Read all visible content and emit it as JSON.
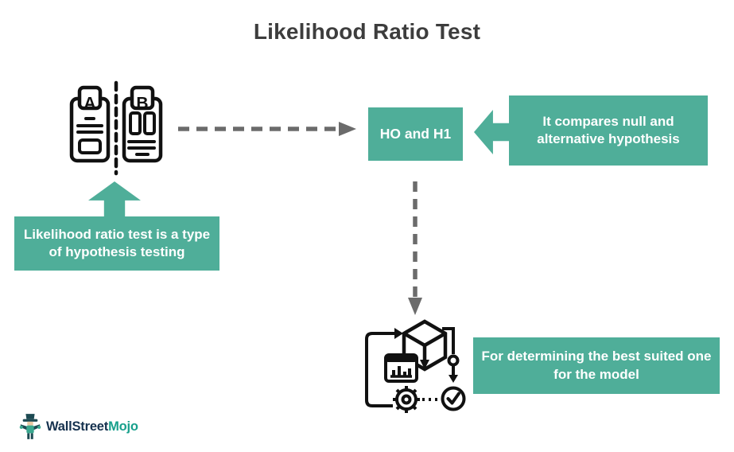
{
  "title": "Likelihood Ratio Test",
  "diagram": {
    "hypotheses_box": {
      "label": "HO and H1"
    },
    "compare_callout": {
      "label": "It compares null and alternative hypothesis"
    },
    "definition_callout": {
      "label": "Likelihood ratio test is a type of hypothesis testing"
    },
    "model_callout": {
      "label": "For determining the best suited one for the model"
    },
    "ab_icon": {
      "name": "ab-comparison-documents-icon",
      "label_a": "A",
      "label_b": "B"
    },
    "model_icon": {
      "name": "model-selection-process-icon"
    },
    "connectors": [
      "dashed-arrow-right",
      "dashed-arrow-down",
      "block-arrow-left",
      "block-arrow-up"
    ]
  },
  "logo": {
    "brand_primary": "WallStreet",
    "brand_secondary": "Mojo"
  },
  "colors": {
    "accent_green": "#4fae99",
    "arrow_gray": "#6b6b6b",
    "icon_black": "#111111",
    "title_gray": "#3d3d3d",
    "logo_navy": "#16324f",
    "logo_teal": "#18a08c",
    "box_text": "#ffffff"
  }
}
